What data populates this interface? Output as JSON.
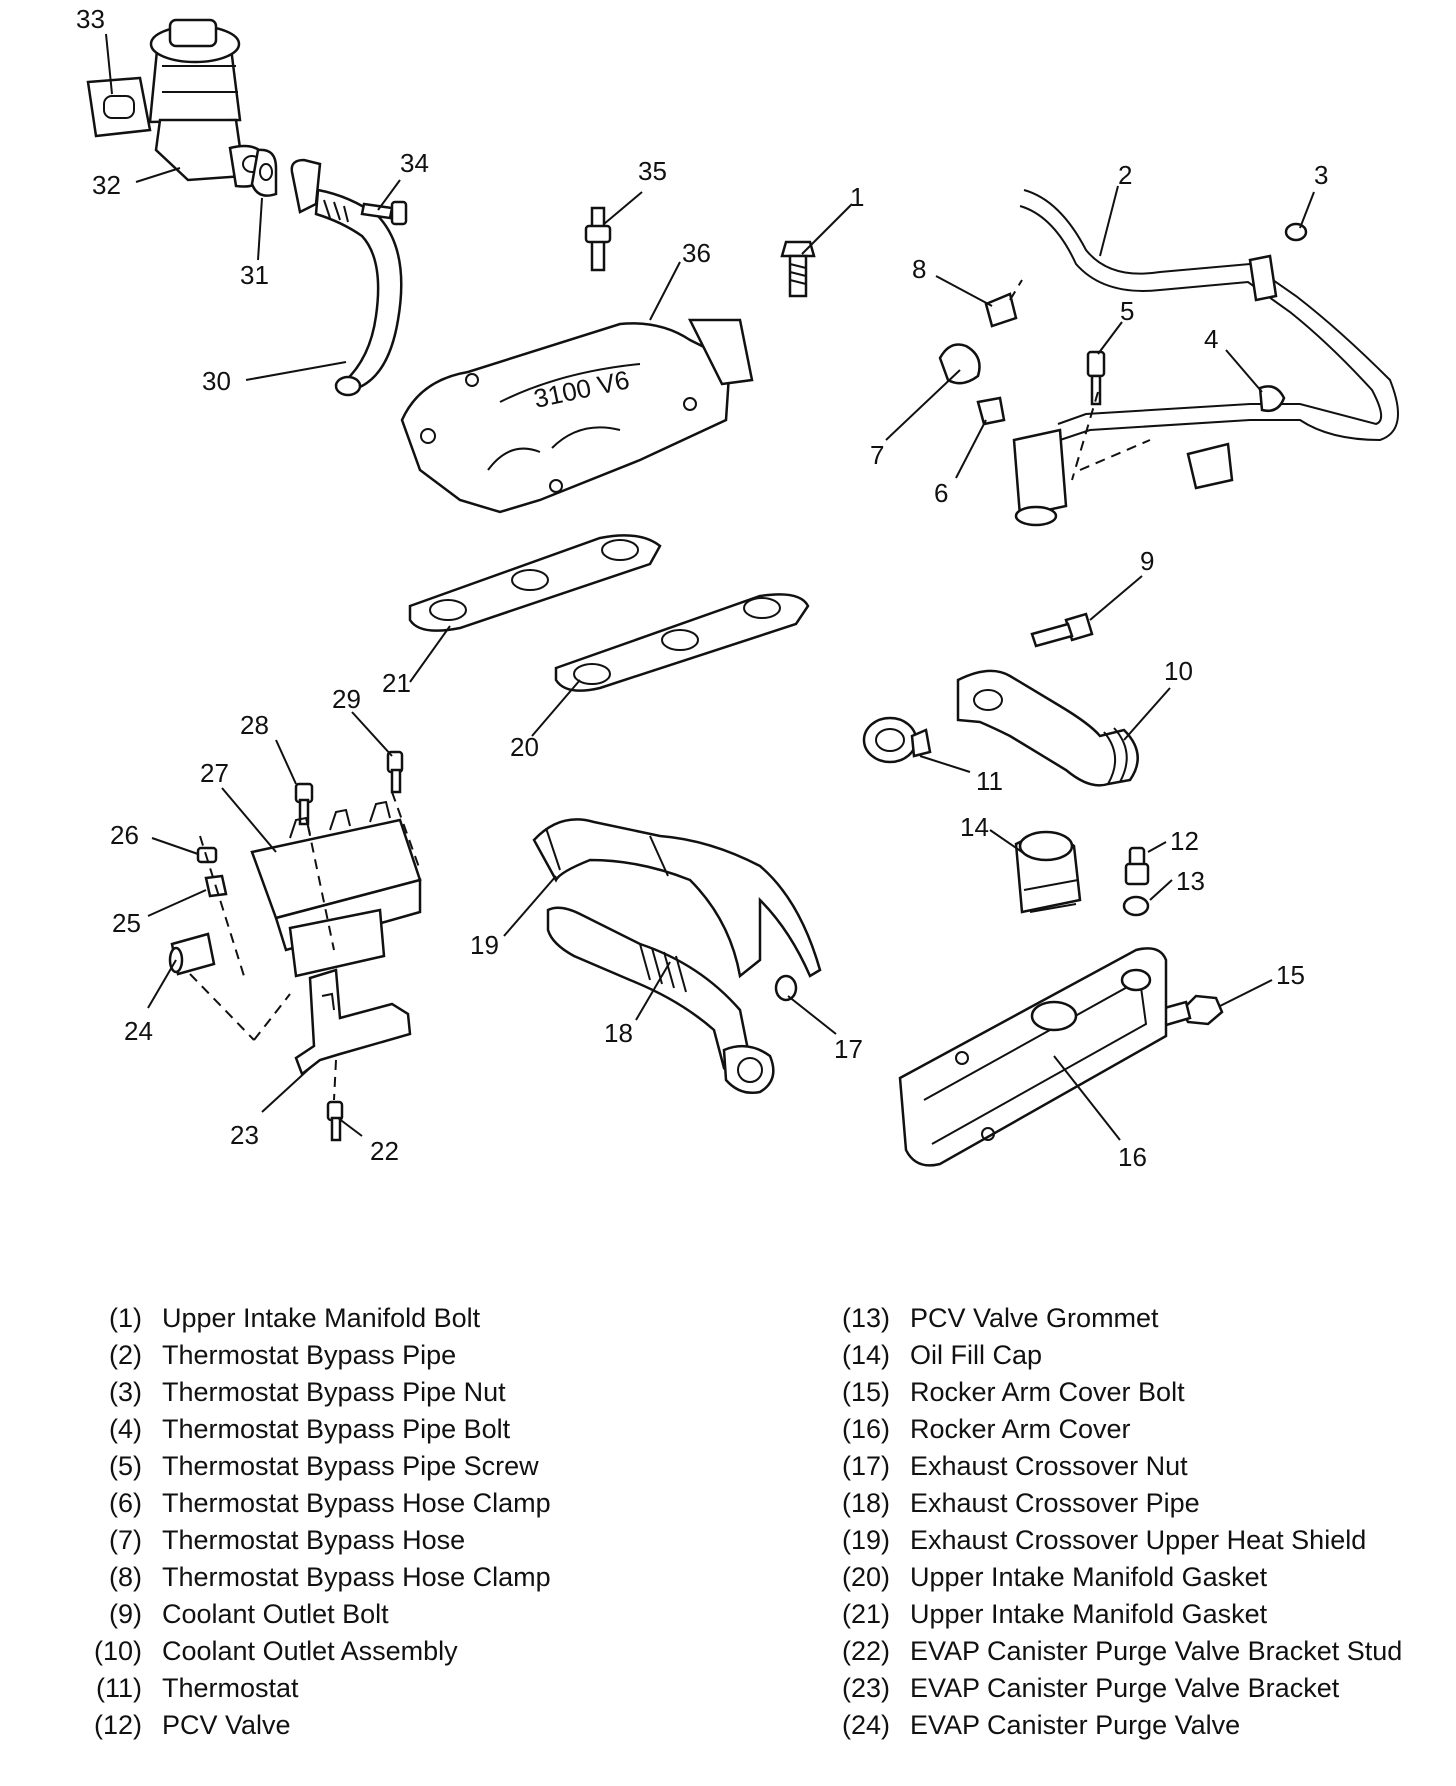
{
  "diagram": {
    "callouts": {
      "c1": "1",
      "c2": "2",
      "c3": "3",
      "c4": "4",
      "c5": "5",
      "c6": "6",
      "c7": "7",
      "c8": "8",
      "c9": "9",
      "c10": "10",
      "c11": "11",
      "c12": "12",
      "c13": "13",
      "c14": "14",
      "c15": "15",
      "c16": "16",
      "c17": "17",
      "c18": "18",
      "c19": "19",
      "c20": "20",
      "c21": "21",
      "c22": "22",
      "c23": "23",
      "c24": "24",
      "c25": "25",
      "c26": "26",
      "c27": "27",
      "c28": "28",
      "c29": "29",
      "c30": "30",
      "c31": "31",
      "c32": "32",
      "c33": "33",
      "c34": "34",
      "c35": "35",
      "c36": "36"
    },
    "manifold_casting": "3100 V6"
  },
  "legend": {
    "left": [
      {
        "num": "(1)",
        "label": "Upper Intake Manifold Bolt"
      },
      {
        "num": "(2)",
        "label": "Thermostat Bypass Pipe"
      },
      {
        "num": "(3)",
        "label": "Thermostat Bypass Pipe Nut"
      },
      {
        "num": "(4)",
        "label": "Thermostat Bypass Pipe Bolt"
      },
      {
        "num": "(5)",
        "label": "Thermostat Bypass Pipe Screw"
      },
      {
        "num": "(6)",
        "label": "Thermostat Bypass Hose Clamp"
      },
      {
        "num": "(7)",
        "label": "Thermostat Bypass Hose"
      },
      {
        "num": "(8)",
        "label": "Thermostat Bypass Hose Clamp"
      },
      {
        "num": "(9)",
        "label": "Coolant Outlet Bolt"
      },
      {
        "num": "(10)",
        "label": "Coolant Outlet Assembly"
      },
      {
        "num": "(11)",
        "label": "Thermostat"
      },
      {
        "num": "(12)",
        "label": "PCV Valve"
      }
    ],
    "right": [
      {
        "num": "(13)",
        "label": "PCV Valve Grommet"
      },
      {
        "num": "(14)",
        "label": "Oil Fill Cap"
      },
      {
        "num": "(15)",
        "label": "Rocker Arm Cover Bolt"
      },
      {
        "num": "(16)",
        "label": "Rocker Arm Cover"
      },
      {
        "num": "(17)",
        "label": "Exhaust Crossover Nut"
      },
      {
        "num": "(18)",
        "label": "Exhaust Crossover Pipe"
      },
      {
        "num": "(19)",
        "label": "Exhaust Crossover Upper Heat Shield"
      },
      {
        "num": "(20)",
        "label": "Upper Intake Manifold Gasket"
      },
      {
        "num": "(21)",
        "label": "Upper Intake Manifold Gasket"
      },
      {
        "num": "(22)",
        "label": "EVAP Canister Purge Valve Bracket Stud"
      },
      {
        "num": "(23)",
        "label": "EVAP Canister Purge Valve Bracket"
      },
      {
        "num": "(24)",
        "label": "EVAP Canister Purge Valve"
      }
    ]
  }
}
